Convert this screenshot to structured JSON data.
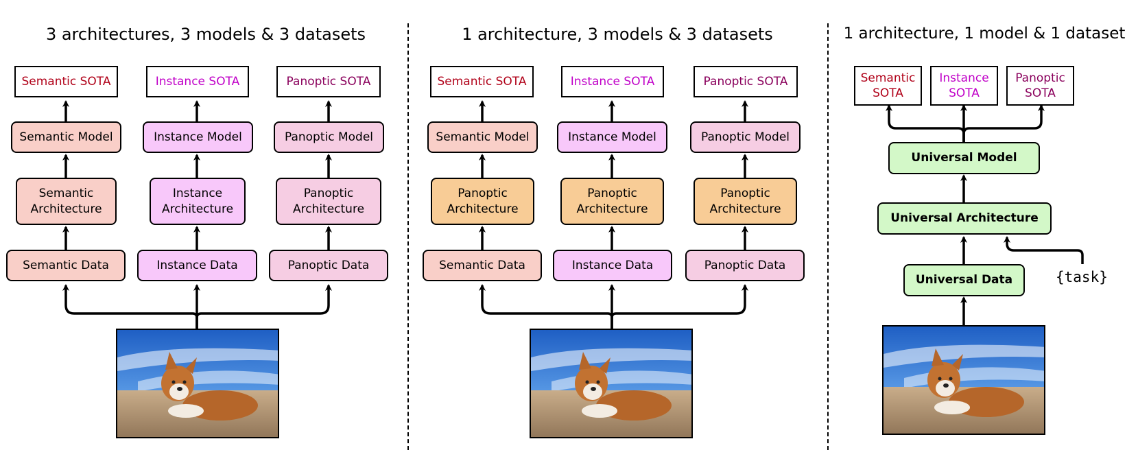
{
  "panels": [
    {
      "title": "3 architectures, 3 models & 3 datasets",
      "sota": [
        "Semantic SOTA",
        "Instance SOTA",
        "Panoptic SOTA"
      ],
      "models": [
        "Semantic Model",
        "Instance Model",
        "Panoptic Model"
      ],
      "architectures": [
        "Semantic\nArchitecture",
        "Instance\nArchitecture",
        "Panoptic\nArchitecture"
      ],
      "data": [
        "Semantic Data",
        "Instance Data",
        "Panoptic Data"
      ]
    },
    {
      "title": "1 architecture, 3 models & 3 datasets",
      "sota": [
        "Semantic SOTA",
        "Instance SOTA",
        "Panoptic SOTA"
      ],
      "models": [
        "Semantic Model",
        "Instance Model",
        "Panoptic Model"
      ],
      "architectures": [
        "Panoptic\nArchitecture",
        "Panoptic\nArchitecture",
        "Panoptic\nArchitecture"
      ],
      "data": [
        "Semantic Data",
        "Instance Data",
        "Panoptic Data"
      ]
    },
    {
      "title": "1 architecture, 1 model & 1 dataset",
      "sota": [
        "Semantic\nSOTA",
        "Instance\nSOTA",
        "Panoptic\nSOTA"
      ],
      "model": "Universal Model",
      "architecture": "Universal Architecture",
      "data": "Universal Data",
      "task": "{task}"
    }
  ],
  "colors": {
    "semantic_text": "#b00018",
    "instance_text": "#c000c8",
    "panoptic_text": "#8a005c",
    "semantic_fill": "#f9cfc8",
    "instance_fill": "#f8c8fa",
    "panoptic_fill": "#f6cde3",
    "architecture_fill": "#f8cc96",
    "universal_fill": "#d3f8c8"
  }
}
